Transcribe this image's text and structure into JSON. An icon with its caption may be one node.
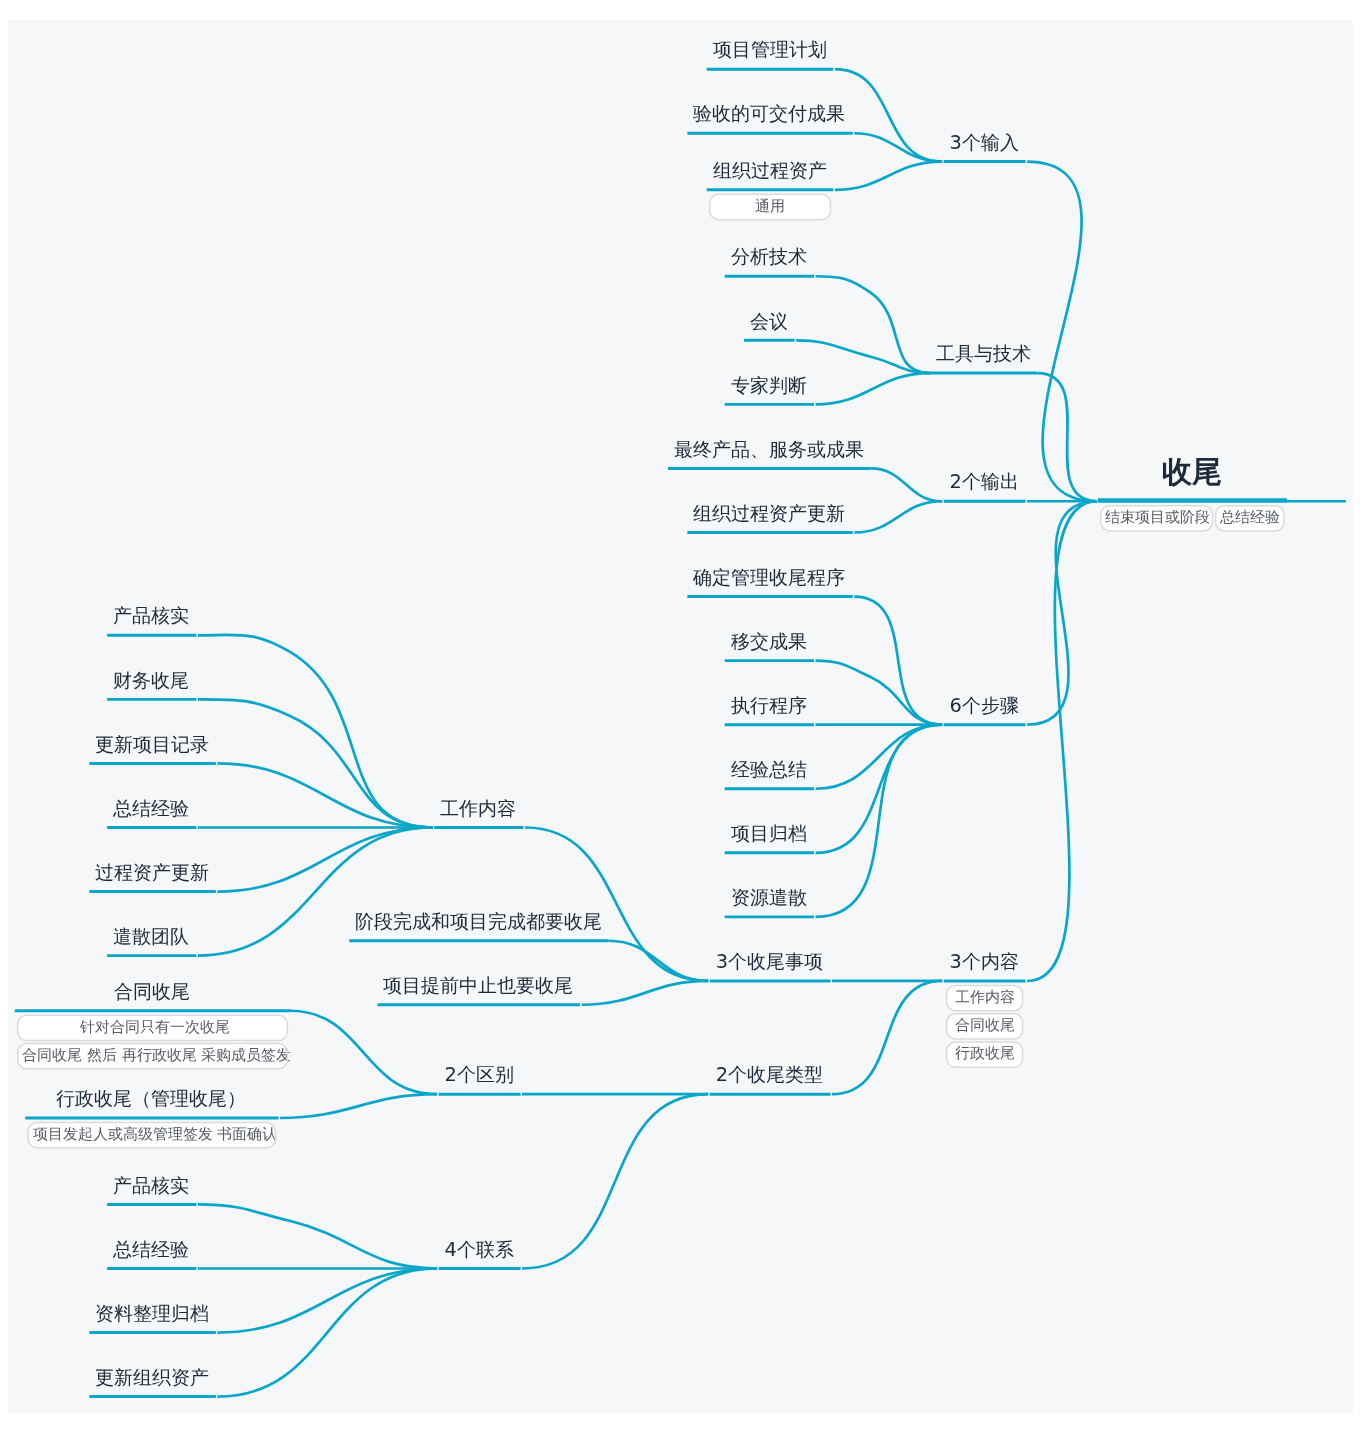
{
  "diagram": {
    "nodes": [
      {
        "text": [
          "收尾",
          "结束项目或阶段",
          "总结经验"
        ]
      },
      {
        "text": [
          "3个输入"
        ]
      },
      {
        "text": [
          "项目管理计划"
        ]
      },
      {
        "text": [
          "验收的可交付成果"
        ]
      },
      {
        "text": [
          "组织过程资产",
          "通用"
        ]
      },
      {
        "text": [
          "工具与技术"
        ]
      },
      {
        "text": [
          "分析技术"
        ]
      },
      {
        "text": [
          "会议"
        ]
      },
      {
        "text": [
          "专家判断"
        ]
      },
      {
        "text": [
          "2个输出"
        ]
      },
      {
        "text": [
          "最终产品、服务或成果"
        ]
      },
      {
        "text": [
          "组织过程资产更新"
        ]
      },
      {
        "text": [
          "6个步骤"
        ]
      },
      {
        "text": [
          "确定管理收尾程序"
        ]
      },
      {
        "text": [
          "移交成果"
        ]
      },
      {
        "text": [
          "执行程序"
        ]
      },
      {
        "text": [
          "经验总结"
        ]
      },
      {
        "text": [
          "项目归档"
        ]
      },
      {
        "text": [
          "资源遣散"
        ]
      },
      {
        "text": [
          "3个内容",
          "工作内容",
          "合同收尾",
          "行政收尾"
        ]
      },
      {
        "text": [
          "3个收尾事项"
        ]
      },
      {
        "text": [
          "工作内容"
        ]
      },
      {
        "text": [
          "产品核实"
        ]
      },
      {
        "text": [
          "财务收尾"
        ]
      },
      {
        "text": [
          "更新项目记录"
        ]
      },
      {
        "text": [
          "总结经验"
        ]
      },
      {
        "text": [
          "过程资产更新"
        ]
      },
      {
        "text": [
          "遣散团队"
        ]
      },
      {
        "text": [
          "阶段完成和项目完成都要收尾"
        ]
      },
      {
        "text": [
          "项目提前中止也要收尾"
        ]
      },
      {
        "text": [
          "2个收尾类型"
        ]
      },
      {
        "text": [
          "2个区别"
        ]
      },
      {
        "text": [
          "合同收尾",
          "针对合同只有一次收尾",
          "合同收尾 然后 再行政收尾 采购成员签发"
        ]
      },
      {
        "text": [
          "行政收尾（管理收尾）",
          "项目发起人或高级管理签发 书面确认"
        ]
      },
      {
        "text": [
          "4个联系"
        ]
      },
      {
        "text": [
          "产品核实"
        ]
      },
      {
        "text": [
          "总结经验"
        ]
      },
      {
        "text": [
          "资料整理归档"
        ]
      },
      {
        "text": [
          "更新组织资产"
        ]
      }
    ],
    "edges": [
      {
        "from": 0,
        "to": 1,
        "arrow": "none"
      },
      {
        "from": 1,
        "to": 2,
        "arrow": "none"
      },
      {
        "from": 1,
        "to": 3,
        "arrow": "none"
      },
      {
        "from": 1,
        "to": 4,
        "arrow": "none"
      },
      {
        "from": 0,
        "to": 5,
        "arrow": "none"
      },
      {
        "from": 5,
        "to": 6,
        "arrow": "none"
      },
      {
        "from": 5,
        "to": 7,
        "arrow": "none"
      },
      {
        "from": 5,
        "to": 8,
        "arrow": "none"
      },
      {
        "from": 0,
        "to": 9,
        "arrow": "none"
      },
      {
        "from": 9,
        "to": 10,
        "arrow": "none"
      },
      {
        "from": 9,
        "to": 11,
        "arrow": "none"
      },
      {
        "from": 0,
        "to": 12,
        "arrow": "none"
      },
      {
        "from": 12,
        "to": 13,
        "arrow": "none"
      },
      {
        "from": 12,
        "to": 14,
        "arrow": "none"
      },
      {
        "from": 12,
        "to": 15,
        "arrow": "none"
      },
      {
        "from": 12,
        "to": 16,
        "arrow": "none"
      },
      {
        "from": 12,
        "to": 17,
        "arrow": "none"
      },
      {
        "from": 12,
        "to": 18,
        "arrow": "none"
      },
      {
        "from": 0,
        "to": 19,
        "arrow": "none"
      },
      {
        "from": 19,
        "to": 20,
        "arrow": "none"
      },
      {
        "from": 20,
        "to": 21,
        "arrow": "none"
      },
      {
        "from": 21,
        "to": 22,
        "arrow": "none"
      },
      {
        "from": 21,
        "to": 23,
        "arrow": "none"
      },
      {
        "from": 21,
        "to": 24,
        "arrow": "none"
      },
      {
        "from": 21,
        "to": 25,
        "arrow": "none"
      },
      {
        "from": 21,
        "to": 26,
        "arrow": "none"
      },
      {
        "from": 21,
        "to": 27,
        "arrow": "none"
      },
      {
        "from": 20,
        "to": 28,
        "arrow": "none"
      },
      {
        "from": 20,
        "to": 29,
        "arrow": "none"
      },
      {
        "from": 19,
        "to": 30,
        "arrow": "none"
      },
      {
        "from": 30,
        "to": 31,
        "arrow": "none"
      },
      {
        "from": 31,
        "to": 32,
        "arrow": "none"
      },
      {
        "from": 31,
        "to": 33,
        "arrow": "none"
      },
      {
        "from": 30,
        "to": 34,
        "arrow": "none"
      },
      {
        "from": 34,
        "to": 35,
        "arrow": "none"
      },
      {
        "from": 34,
        "to": 36,
        "arrow": "none"
      },
      {
        "from": 34,
        "to": 37,
        "arrow": "none"
      },
      {
        "from": 34,
        "to": 38,
        "arrow": "none"
      },
      {
        "from": 0,
        "to": null,
        "arrow": "none"
      }
    ]
  }
}
